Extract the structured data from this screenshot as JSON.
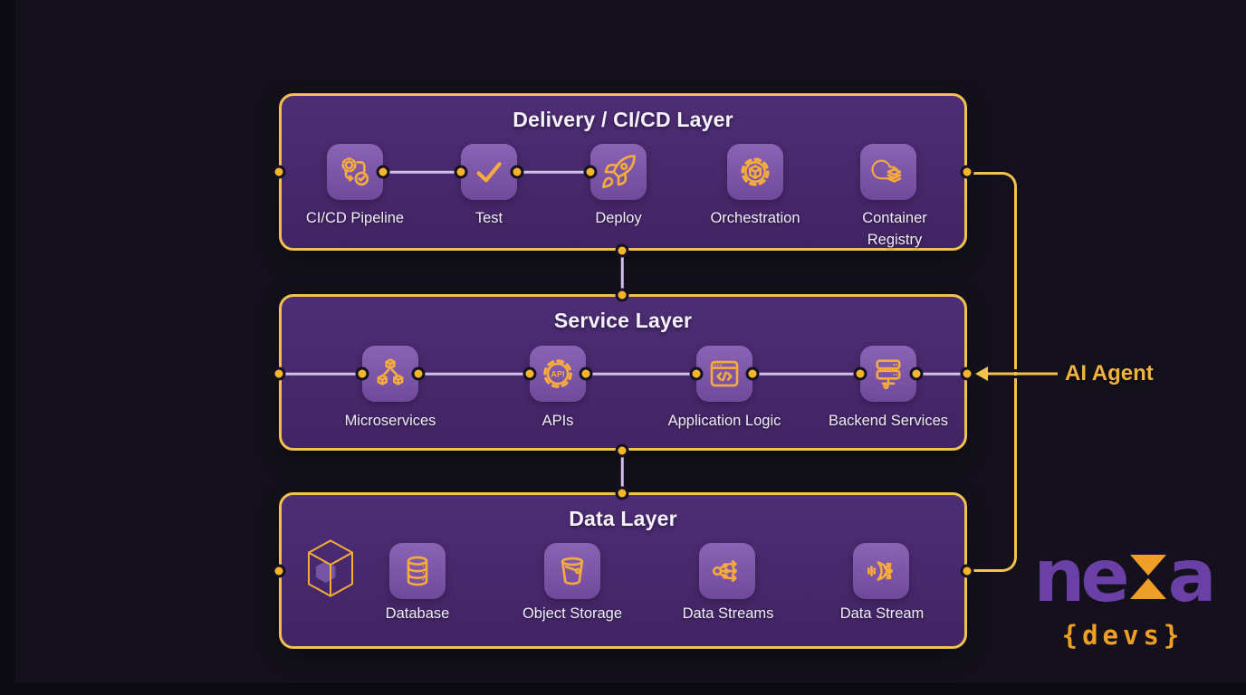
{
  "colors": {
    "background": "#14111c",
    "accent_gold": "#f2c14e",
    "dot_fill": "#f6b62c",
    "icon_stroke": "#f6ab3d",
    "box_border": "#f2c14e",
    "box_fill": "#4d2d75",
    "tile_fill": "#7b55a9",
    "connector": "#cfc2e6",
    "label_text": "#f1edf7",
    "agent_text": "#f2b33d",
    "logo_purple": "#6a40a6",
    "logo_orange": "#f09f26"
  },
  "layers": [
    {
      "title": "Delivery / CI/CD Layer",
      "items": [
        {
          "label": "CI/CD Pipeline",
          "icon": "cicd-pipeline-icon"
        },
        {
          "label": "Test",
          "icon": "test-check-icon"
        },
        {
          "label": "Deploy",
          "icon": "deploy-rocket-icon"
        },
        {
          "label": "Orchestration",
          "icon": "orchestration-gear-cube-icon"
        },
        {
          "label": "Container Registry",
          "icon": "container-registry-cloud-icon"
        }
      ]
    },
    {
      "title": "Service Layer",
      "items": [
        {
          "label": "Microservices",
          "icon": "microservices-cubes-icon"
        },
        {
          "label": "APIs",
          "icon": "api-gear-icon",
          "icon_text": "API"
        },
        {
          "label": "Application Logic",
          "icon": "application-logic-window-icon"
        },
        {
          "label": "Backend Services",
          "icon": "backend-services-server-icon"
        }
      ]
    },
    {
      "title": "Data Layer",
      "items": [
        {
          "label": "",
          "icon": "data-cube-3d-icon"
        },
        {
          "label": "Database",
          "icon": "database-cylinder-icon"
        },
        {
          "label": "Object Storage",
          "icon": "object-storage-bucket-icon"
        },
        {
          "label": "Data Streams",
          "icon": "data-streams-branch-icon"
        },
        {
          "label": "Data Stream",
          "icon": "data-stream-funnel-icon"
        }
      ]
    }
  ],
  "annotation": {
    "label": "AI Agent"
  },
  "logo": {
    "word": "nexa",
    "prefix": "ne",
    "suffix": "a",
    "sub": "{devs}"
  }
}
